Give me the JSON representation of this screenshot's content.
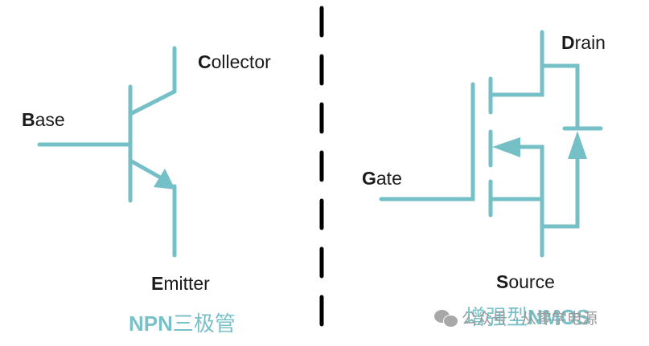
{
  "colors": {
    "wire": "#74c0c6",
    "divider": "#000000",
    "label_text": "#1a1a1a",
    "caption_text": "#78c1c8",
    "watermark_text": "#9a9a9a"
  },
  "npn": {
    "caption_latin": "NPN",
    "caption_cjk": "三极管",
    "terminals": {
      "base": {
        "initial": "B",
        "rest": "ase"
      },
      "collector": {
        "initial": "C",
        "rest": "ollector"
      },
      "emitter": {
        "initial": "E",
        "rest": "mitter"
      }
    }
  },
  "nmos": {
    "caption_cjk": "增强型",
    "caption_latin": "NMOS",
    "terminals": {
      "gate": {
        "initial": "G",
        "rest": "ate"
      },
      "drain": {
        "initial": "D",
        "rest": "rain"
      },
      "source": {
        "initial": "S",
        "rest": "ource"
      }
    }
  },
  "watermark": {
    "icon": "wechat-icon",
    "text": "公众号 · 从零学电源"
  }
}
